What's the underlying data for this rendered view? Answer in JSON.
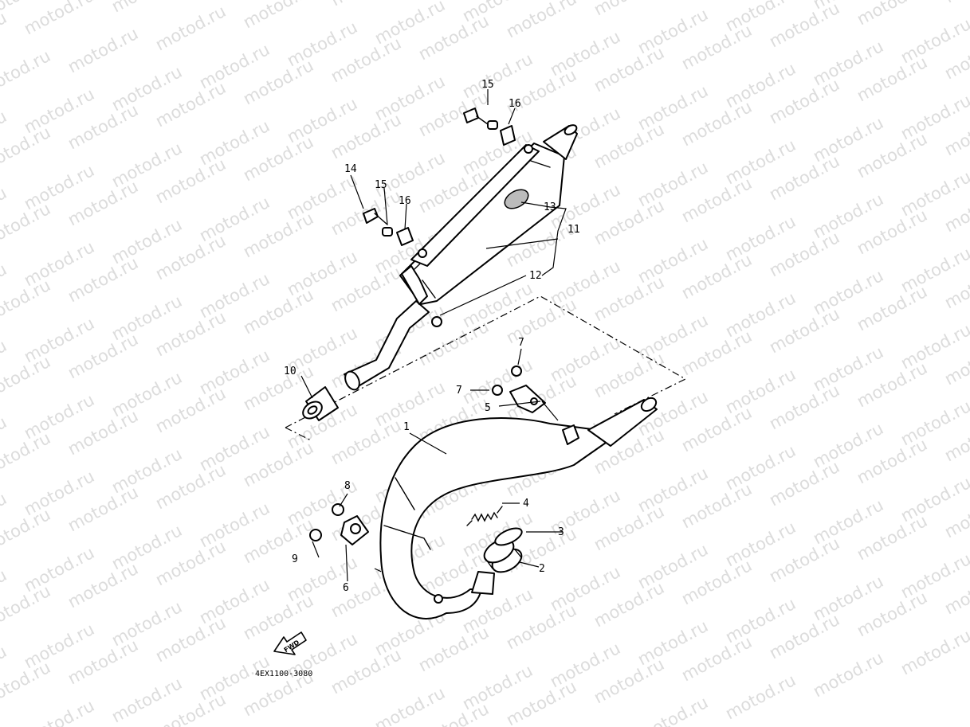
{
  "watermark": {
    "text": "motod.ru"
  },
  "callouts": [
    {
      "id": "c1",
      "text": "1"
    },
    {
      "id": "c2",
      "text": "2"
    },
    {
      "id": "c3",
      "text": "3"
    },
    {
      "id": "c4",
      "text": "4"
    },
    {
      "id": "c5",
      "text": "5"
    },
    {
      "id": "c6",
      "text": "6"
    },
    {
      "id": "c7a",
      "text": "7"
    },
    {
      "id": "c7b",
      "text": "7"
    },
    {
      "id": "c8",
      "text": "8"
    },
    {
      "id": "c9",
      "text": "9"
    },
    {
      "id": "c10",
      "text": "10"
    },
    {
      "id": "c11",
      "text": "11"
    },
    {
      "id": "c12",
      "text": "12"
    },
    {
      "id": "c13",
      "text": "13"
    },
    {
      "id": "c14",
      "text": "14"
    },
    {
      "id": "c15a",
      "text": "15"
    },
    {
      "id": "c15b",
      "text": "15"
    },
    {
      "id": "c16a",
      "text": "16"
    },
    {
      "id": "c16b",
      "text": "16"
    }
  ],
  "fwd_badge": "FWD",
  "drawing_code": "4EX1100-3080"
}
